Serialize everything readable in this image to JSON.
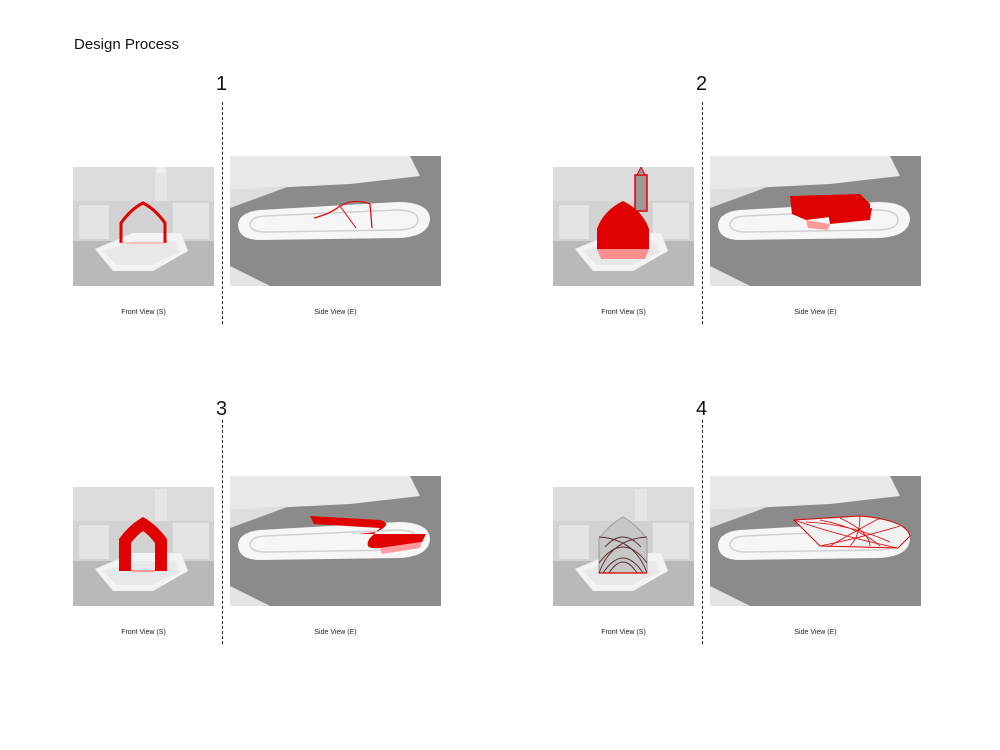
{
  "page": {
    "title": "Design Process"
  },
  "steps": [
    {
      "number": "1",
      "front_caption": "Front View (S)",
      "side_caption": "Side View (E)"
    },
    {
      "number": "2",
      "front_caption": "Front View (S)",
      "side_caption": "Side View (E)"
    },
    {
      "number": "3",
      "front_caption": "Front View (S)",
      "side_caption": "Side View (E)"
    },
    {
      "number": "4",
      "front_caption": "Front View (S)",
      "side_caption": "Side View (E)"
    }
  ],
  "colors": {
    "accent": "#e00000",
    "floor": "#8e8e8e",
    "model": "#f2f2f2"
  }
}
